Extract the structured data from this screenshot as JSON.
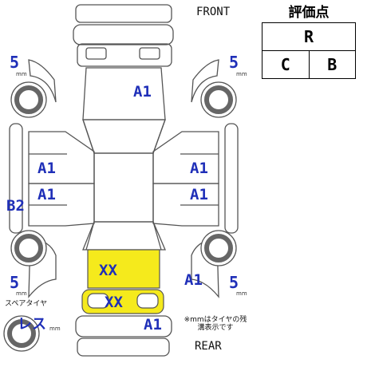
{
  "labels": {
    "front": "FRONT",
    "rear": "REAR"
  },
  "grade_box": {
    "title": "評価点",
    "overall": "R",
    "interior": "C",
    "exterior": "B"
  },
  "tires": {
    "front_left": {
      "value": "5",
      "unit": "mm"
    },
    "front_right": {
      "value": "5",
      "unit": "mm"
    },
    "rear_left": {
      "value": "5",
      "unit": "mm"
    },
    "rear_right": {
      "value": "5",
      "unit": "mm"
    },
    "spare": {
      "label": "スペアタイヤ",
      "value": "レス",
      "unit": "mm"
    }
  },
  "damage_marks": {
    "hood": "A1",
    "left_front_door": "A1",
    "left_rear_door": "A1",
    "left_rocker": "B2",
    "right_front_door": "A1",
    "right_rear_door": "A1",
    "right_rear_fender": "A1",
    "trunk_floor": "XX",
    "rear_panel": "XX",
    "rear_bumper": "A1"
  },
  "highlight_color": "#f5ea1c",
  "mark_color": "#1f2fb8",
  "note": "※mmはタイヤの残溝表示です"
}
